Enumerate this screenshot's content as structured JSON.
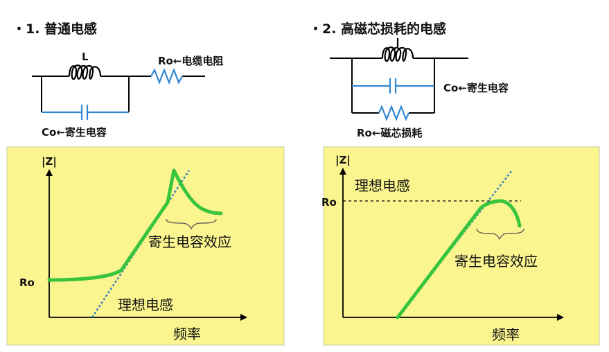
{
  "section1": {
    "title": "・1. 普通电感",
    "L_label": "L",
    "Ro_label": "Ro←电缆电阻",
    "Co_label": "Co←寄生电容",
    "chart": {
      "z_label": "|Z|",
      "ro_label": "Ro",
      "effect_label": "寄生电容效应",
      "ideal_label": "理想电感",
      "x_label": "频率"
    }
  },
  "section2": {
    "title": "・2. 高磁芯损耗的电感",
    "Co_label": "Co←寄生电容",
    "Ro_label": "Ro←磁芯损耗",
    "chart": {
      "z_label": "|Z|",
      "ro_label": "Ro",
      "ideal_label": "理想电感",
      "effect_label": "寄生电容效应",
      "x_label": "频率"
    }
  },
  "colors": {
    "panel": "#fbf58f",
    "curve": "#38c43c",
    "ideal": "#3a7fc4",
    "wire": "#000000",
    "inductor": "#000000",
    "capacitor": "#2f86d1",
    "resistor": "#2f86d1"
  }
}
